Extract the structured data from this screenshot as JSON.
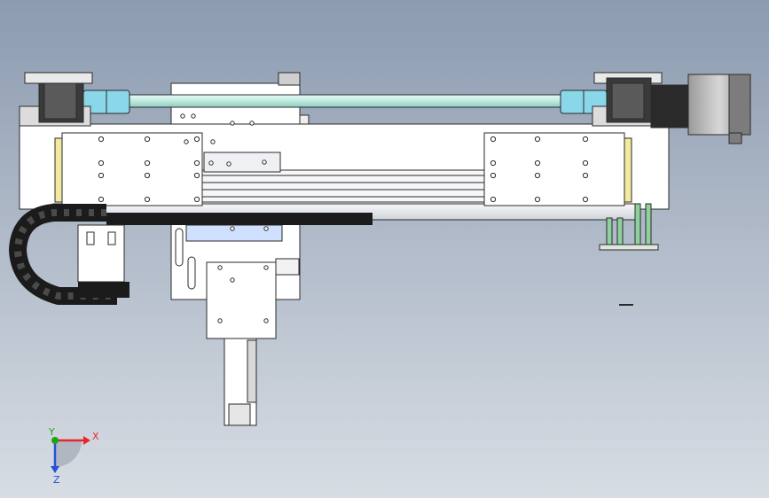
{
  "viewport": {
    "background_top": "#8c9bb0",
    "background_bottom": "#d8dde4"
  },
  "colors": {
    "part_fill": "#ffffff",
    "part_fill_alt": "#eceef1",
    "part_stroke": "#2a2a2a",
    "shaft_fill": "#bfe9df",
    "coupling_fill": "#8ad7e9",
    "chain_fill": "#1b1b1b",
    "motor_fill": "#bdbdbd",
    "motor_dark": "#7c7c7c",
    "rail_fill": "#e3e6ea",
    "accent_green": "#8fd19e",
    "accent_blue": "#cfe0ff",
    "insert_yellow": "#f3e9a0"
  },
  "triad": {
    "x_label": "X",
    "y_label": "Y",
    "z_label": "Z",
    "x_color": "#e8272a",
    "y_color": "#1aa51a",
    "z_color": "#2452d8"
  }
}
